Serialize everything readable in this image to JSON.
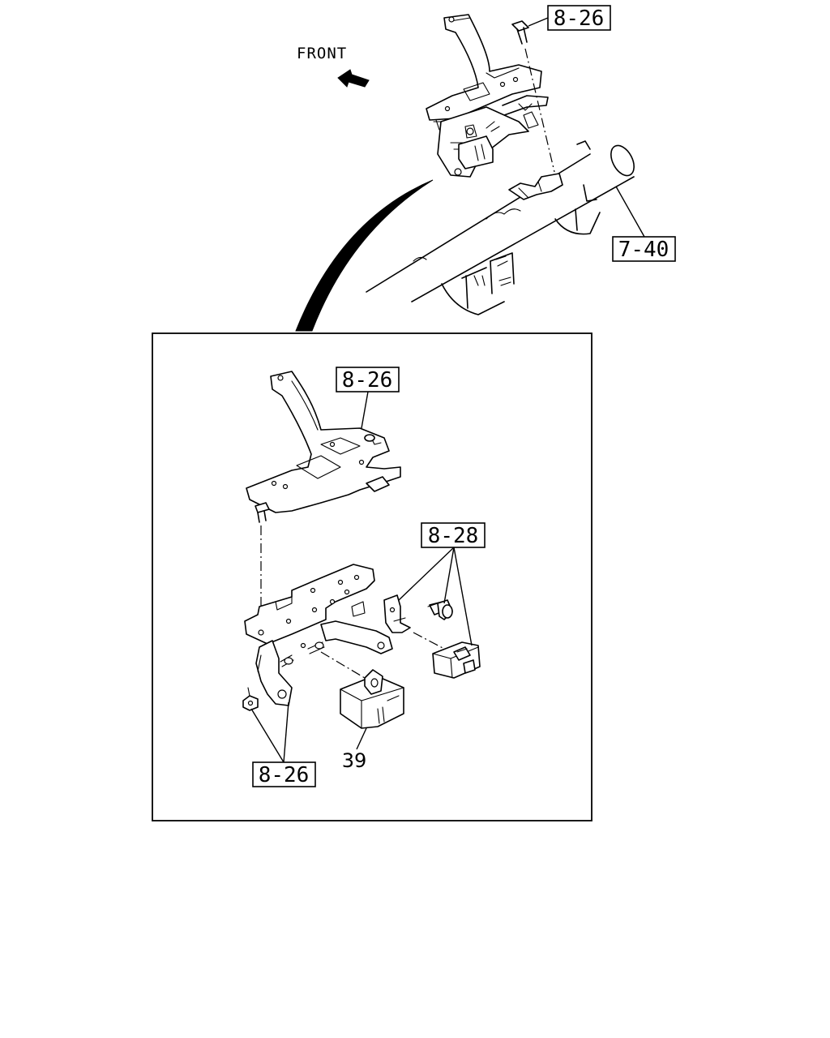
{
  "orientation": {
    "label": "FRONT"
  },
  "callouts": {
    "top_bolt": "8-26",
    "frame_rail": "7-40",
    "detail_bracket": "8-26",
    "detail_bolts": "8-28",
    "detail_bottom": "8-26",
    "detail_unit": "39"
  }
}
